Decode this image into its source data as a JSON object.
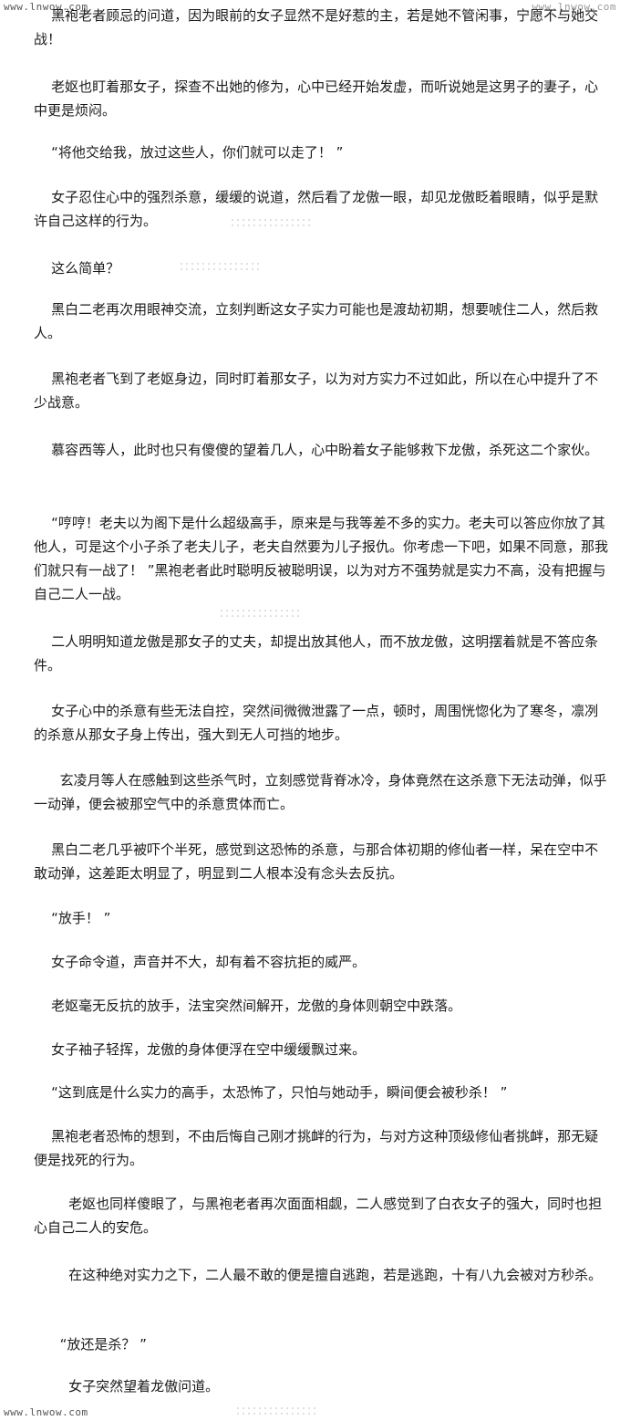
{
  "watermark": {
    "top": "www.lnwow.com",
    "topright": "www.lnwow.com",
    "bottom": "www.lnwow.com"
  },
  "paragraphs": [
    "    黑袍老者顾忌的问道，因为眼前的女子显然不是好惹的主，若是她不管闲事，宁愿不与她交战！",
    "    老妪也盯着那女子，探查不出她的修为，心中已经开始发虚，而听说她是这男子的妻子，心中更是烦闷。",
    "    “将他交给我，放过这些人，你们就可以走了！ ”",
    "    女子忍住心中的强烈杀意，缓缓的说道，然后看了龙傲一眼，却见龙傲眨着眼睛，似乎是默许自己这样的行为。",
    "    这么简单？",
    "    黑白二老再次用眼神交流，立刻判断这女子实力可能也是渡劫初期，想要唬住二人，然后救人。",
    "    黑袍老者飞到了老妪身边，同时盯着那女子，以为对方实力不过如此，所以在心中提升了不少战意。",
    "    慕容西等人，此时也只有傻傻的望着几人，心中盼着女子能够救下龙傲，杀死这二个家伙。",
    "    “哼哼！老夫以为阁下是什么超级高手，原来是与我等差不多的实力。老夫可以答应你放了其他人，可是这个小子杀了老夫儿子，老夫自然要为儿子报仇。你考虑一下吧，如果不同意，那我们就只有一战了！ ”黑袍老者此时聪明反被聪明误，以为对方不强势就是实力不高，没有把握与自己二人一战。",
    "    二人明明知道龙傲是那女子的丈夫，却提出放其他人，而不放龙傲，这明摆着就是不答应条件。",
    "    女子心中的杀意有些无法自控，突然间微微泄露了一点，顿时，周围恍惚化为了寒冬，凛冽的杀意从那女子身上传出，强大到无人可挡的地步。",
    "      玄凌月等人在感触到这些杀气时，立刻感觉背脊冰冷，身体竟然在这杀意下无法动弹，似乎一动弹，便会被那空气中的杀意贯体而亡。",
    "    黑白二老几乎被吓个半死，感觉到这恐怖的杀意，与那合体初期的修仙者一样，呆在空中不敢动弹，这差距太明显了，明显到二人根本没有念头去反抗。",
    "    “放手！ ”",
    "    女子命令道，声音并不大，却有着不容抗拒的威严。",
    "    老妪毫无反抗的放手，法宝突然间解开，龙傲的身体则朝空中跌落。",
    "    女子袖子轻挥，龙傲的身体便浮在空中缓缓飘过来。",
    "    “这到底是什么实力的高手，太恐怖了，只怕与她动手，瞬间便会被秒杀！ ”",
    "    黑袍老者恐怖的想到，不由后悔自己刚才挑衅的行为，与对方这种顶级修仙者挑衅，那无疑便是找死的行为。",
    "        老妪也同样傻眼了，与黑袍老者再次面面相觑，二人感觉到了白衣女子的强大，同时也担心自己二人的安危。",
    "        在这种绝对实力之下，二人最不敢的便是擅自逃跑，若是逃跑，十有八九会被对方秒杀。",
    "      “放还是杀？ ”",
    "        女子突然望着龙傲问道。"
  ]
}
